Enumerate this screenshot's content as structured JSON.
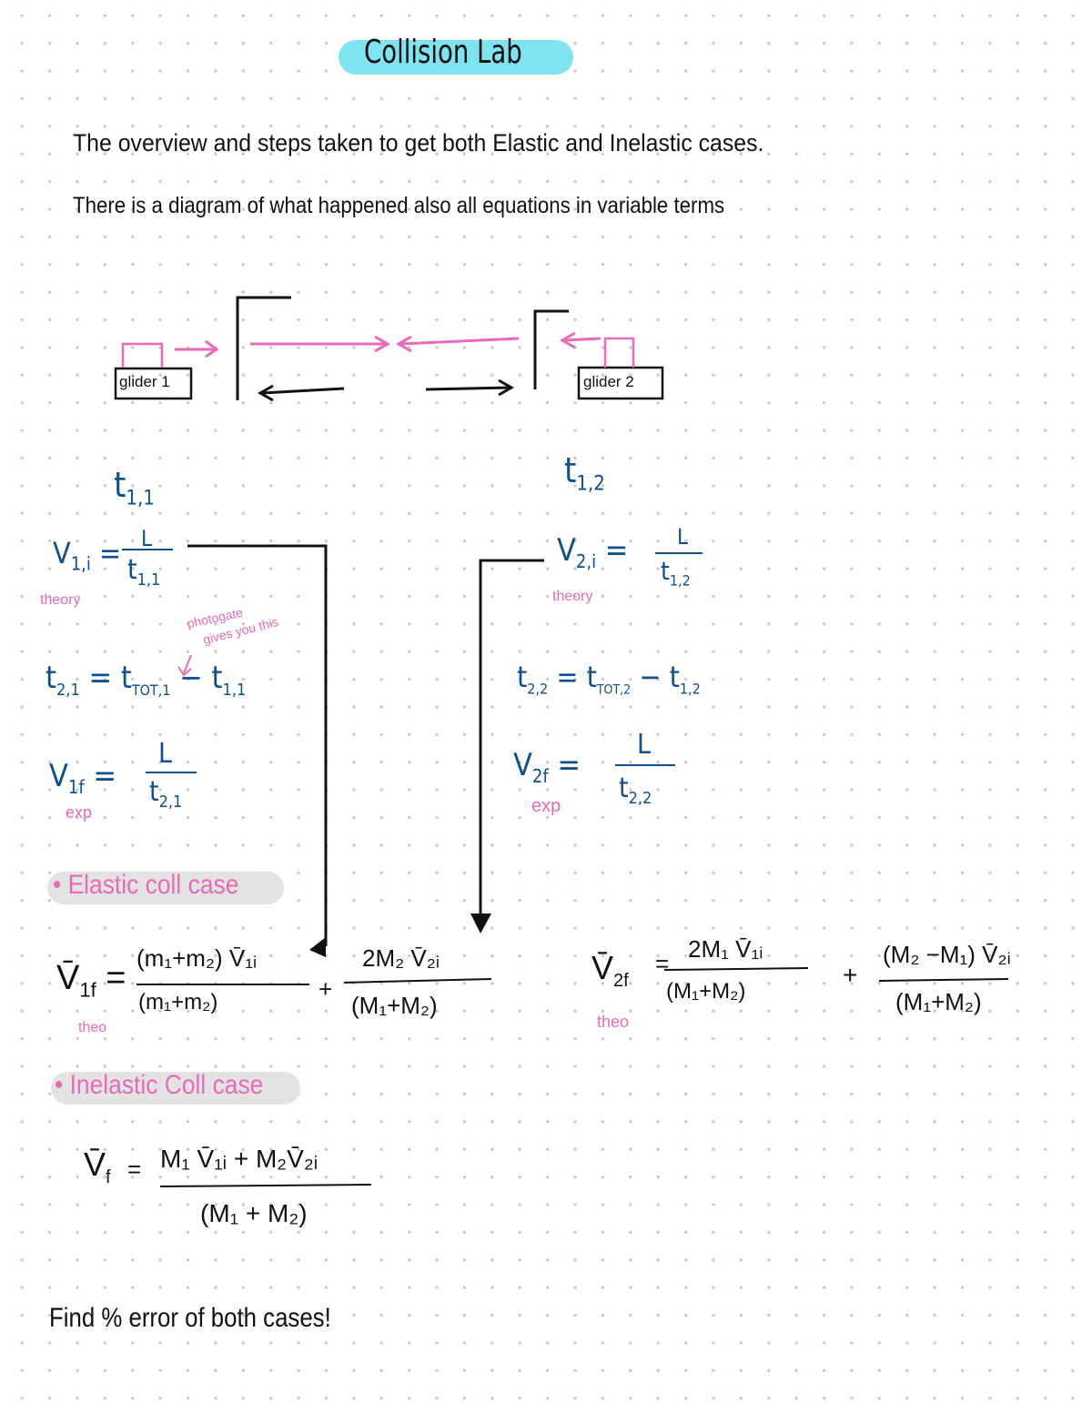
{
  "title": "Collision Lab",
  "intro": {
    "line1": "The overview and steps taken to get both Elastic and Inelastic cases.",
    "line2": "There is a diagram of what happened also all equations in variable terms"
  },
  "diagram": {
    "glider1_label": "glider 1",
    "glider2_label": "glider 2"
  },
  "glider1": {
    "t11": "t",
    "t11_sub": "1,1",
    "v1i_lhs": "V",
    "v1i_sub": "1,i",
    "v1i_num": "L",
    "v1i_den": "t",
    "v1i_den_sub": "1,1",
    "v1i_note": "theory",
    "t21_lhs": "t",
    "t21_sub": "2,1",
    "t21_rhs_a": "t",
    "t21_rhs_a_sub": "TOT,1",
    "t21_rhs_b": "t",
    "t21_rhs_b_sub": "1,1",
    "photogate_note_1": "photogate",
    "photogate_note_2": "gives you this",
    "v1f_lhs": "V",
    "v1f_sub": "1f",
    "v1f_num": "L",
    "v1f_den": "t",
    "v1f_den_sub": "2,1",
    "v1f_note": "exp"
  },
  "glider2": {
    "t12": "t",
    "t12_sub": "1,2",
    "v2i_lhs": "V",
    "v2i_sub": "2,i",
    "v2i_num": "L",
    "v2i_den": "t",
    "v2i_den_sub": "1,2",
    "v2i_note": "theory",
    "t22_lhs": "t",
    "t22_sub": "2,2",
    "t22_rhs_a": "t",
    "t22_rhs_a_sub": "TOT,2",
    "t22_rhs_b": "t",
    "t22_rhs_b_sub": "1,2",
    "v2f_lhs": "V",
    "v2f_sub": "2f",
    "v2f_num": "L",
    "v2f_den": "t",
    "v2f_den_sub": "2,2",
    "v2f_note": "exp"
  },
  "elastic": {
    "heading": "• Elastic coll case",
    "v1f_lhs": "V̄",
    "v1f_sub": "1f",
    "v1f_note": "theo",
    "term1_num": "(m₁+m₂)  V̄₁ᵢ",
    "term1_den": "(m₁+m₂)",
    "plus": "+",
    "term2_num": "2M₂ V̄₂ᵢ",
    "term2_den": "(M₁+M₂)",
    "v2f_lhs": "V̄",
    "v2f_sub": "2f",
    "v2f_note": "theo",
    "v2f_eq": "=",
    "term3_num": "2M₁ V̄₁ᵢ",
    "term3_den": "(M₁+M₂)",
    "plus2": "+",
    "term4_num": "(M₂ −M₁) V̄₂ᵢ",
    "term4_den": "(M₁+M₂)"
  },
  "inelastic": {
    "heading": "• Inelastic Coll case",
    "lhs": "V̄",
    "lhs_sub": "f",
    "eq": "=",
    "num": "M₁ V̄₁ᵢ + M₂V̄₂ᵢ",
    "den": "(M₁ + M₂)"
  },
  "footer": "Find % error of both cases!",
  "colors": {
    "ink": "#111111",
    "blue": "#0e4f8f",
    "pink": "#e86ab8",
    "cyan_highlight": "#7fe4f0",
    "gray_highlight": "#e3e3e3"
  }
}
